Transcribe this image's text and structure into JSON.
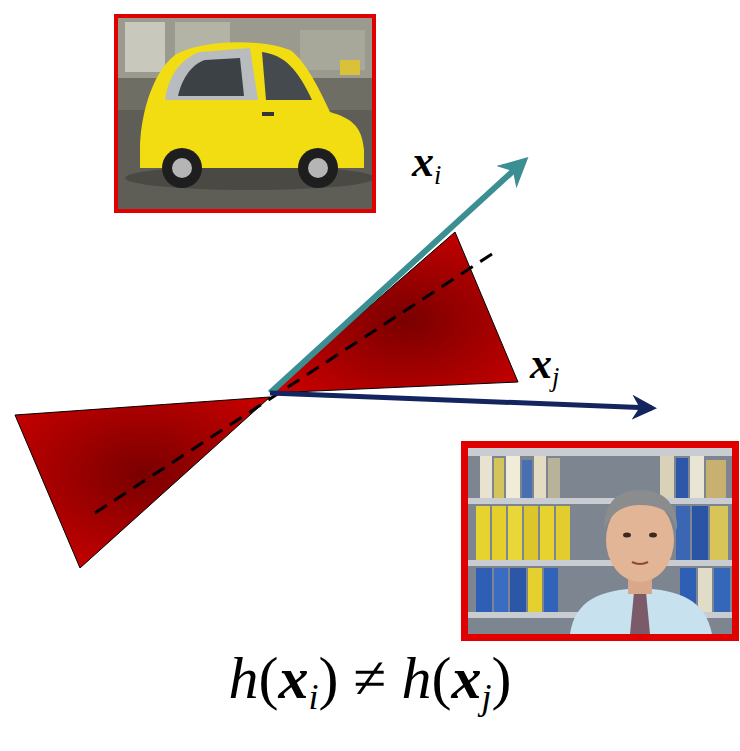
{
  "diagram": {
    "labels": [
      "xi",
      "xj",
      "h(xi) ≠ h(xj)"
    ]
  }
}
